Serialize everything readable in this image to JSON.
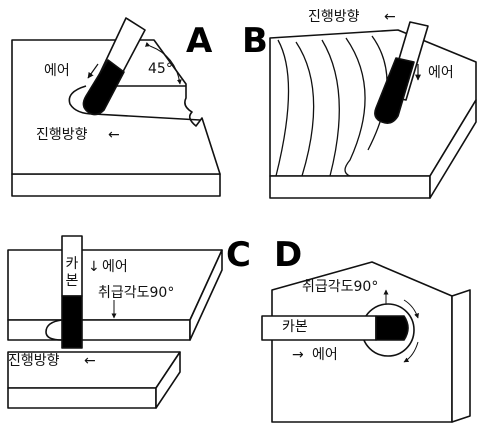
{
  "panels": {
    "a": {
      "letter": "A",
      "air": "에어",
      "angle": "45°",
      "direction": "진행방향"
    },
    "b": {
      "letter": "B",
      "direction": "진행방향",
      "air": "에어"
    },
    "c": {
      "letter": "C",
      "carbon": "카본",
      "air": "에어",
      "angle": "취급각도90°",
      "direction": "진행방향"
    },
    "d": {
      "letter": "D",
      "angle": "취급각도90°",
      "carbon": "카본",
      "air": "에어"
    }
  },
  "arrows": {
    "left": "←",
    "right": "→",
    "down": "↓"
  }
}
